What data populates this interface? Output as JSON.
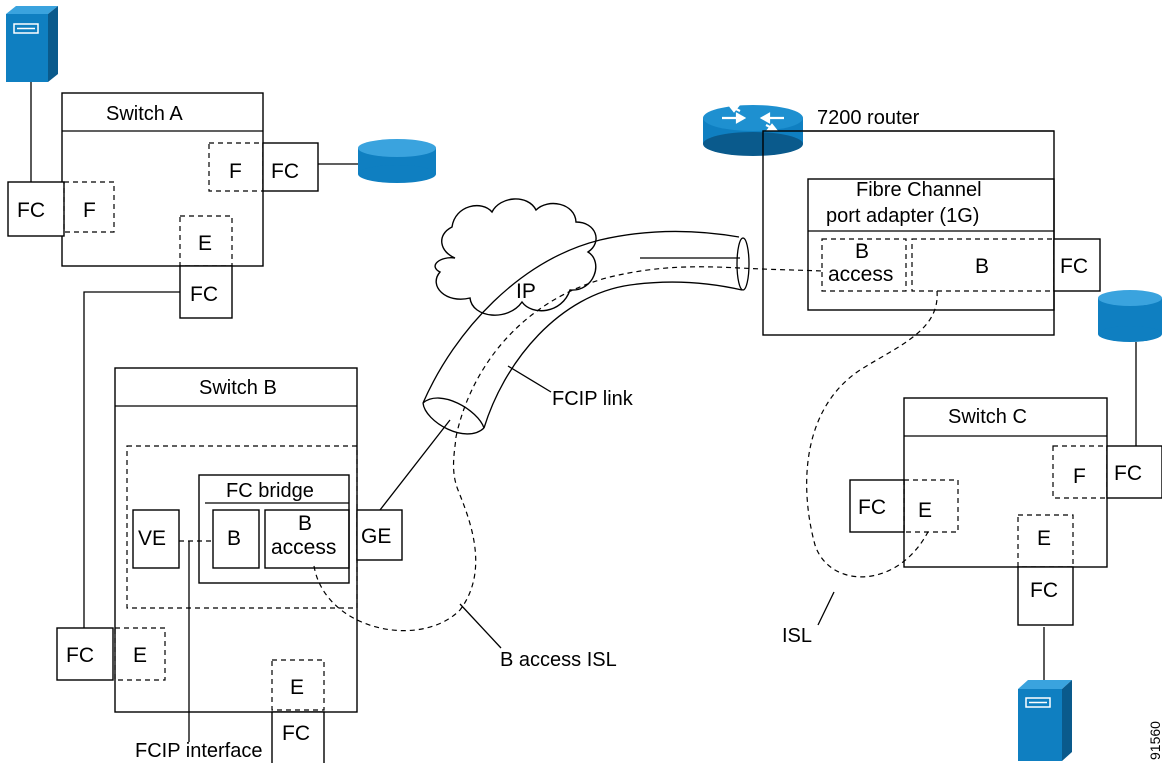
{
  "switch_a": {
    "title": "Switch A",
    "fc_left": "FC",
    "f_left": "F",
    "f_right": "F",
    "fc_right": "FC",
    "e": "E",
    "fc_bottom": "FC"
  },
  "switch_b": {
    "title": "Switch B",
    "fc_bridge": "FC bridge",
    "ve": "VE",
    "b": "B",
    "b_access_1": "B",
    "b_access_2": "access",
    "ge": "GE",
    "fc_left": "FC",
    "e_left": "E",
    "e_bottom": "E",
    "fc_bottom": "FC"
  },
  "router": {
    "title": "7200 router",
    "adapter_1": "Fibre Channel",
    "adapter_2": "port adapter (1G)",
    "b_access_1": "B",
    "b_access_2": "access",
    "b": "B",
    "fc": "FC"
  },
  "switch_c": {
    "title": "Switch C",
    "fc_left": "FC",
    "e_left": "E",
    "f": "F",
    "fc_right": "FC",
    "e_bottom": "E",
    "fc_bottom": "FC"
  },
  "labels": {
    "ip": "IP",
    "fcip_link": "FCIP link",
    "b_access_isl": "B access ISL",
    "isl": "ISL",
    "fcip_interface": "FCIP interface",
    "figure_id": "91560"
  },
  "colors": {
    "device_blue": "#0f7fc1",
    "device_dark": "#0a5a8c"
  }
}
